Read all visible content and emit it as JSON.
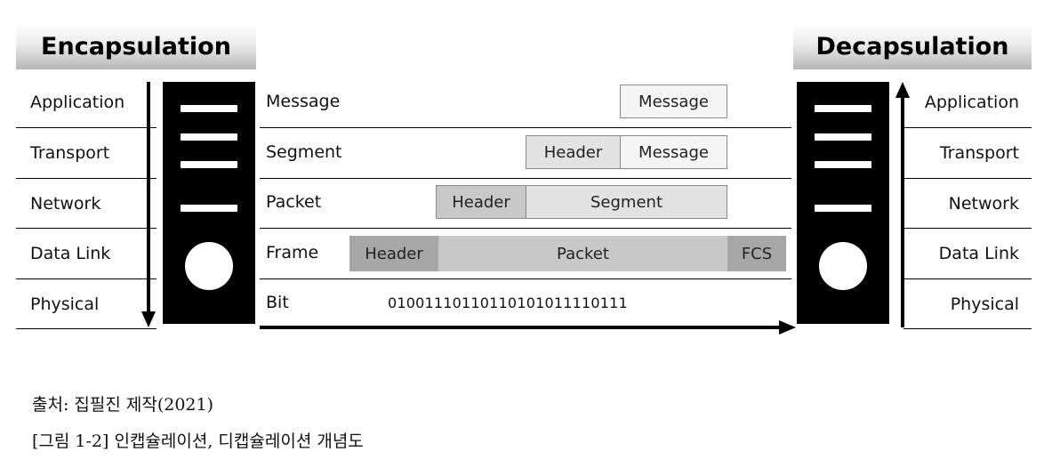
{
  "left_title": "Encapsulation",
  "right_title": "Decapsulation",
  "left_layers": [
    "Application",
    "Transport",
    "Network",
    "Data Link",
    "Physical"
  ],
  "right_layers": [
    "Application",
    "Transport",
    "Network",
    "Data Link",
    "Physical"
  ],
  "units": [
    "Message",
    "Segment",
    "Packet",
    "Frame",
    "Bit"
  ],
  "pdu": {
    "message": {
      "message": "Message"
    },
    "segment": {
      "header": "Header",
      "message": "Message"
    },
    "packet": {
      "header": "Header",
      "segment": "Segment"
    },
    "frame": {
      "header": "Header",
      "packet": "Packet",
      "fcs": "FCS"
    },
    "bits": "01001110110110101011110111"
  },
  "colors": {
    "dark_fill": "#a6a6a6",
    "mid_fill": "#c8c8c8",
    "light_fill": "#e2e2e2",
    "white_fill": "#f5f5f5"
  },
  "caption": {
    "source": "출처: 집필진 제작(2021)",
    "figure": "[그림 1-2] 인캡슐레이션, 디캡슐레이션 개념도"
  }
}
